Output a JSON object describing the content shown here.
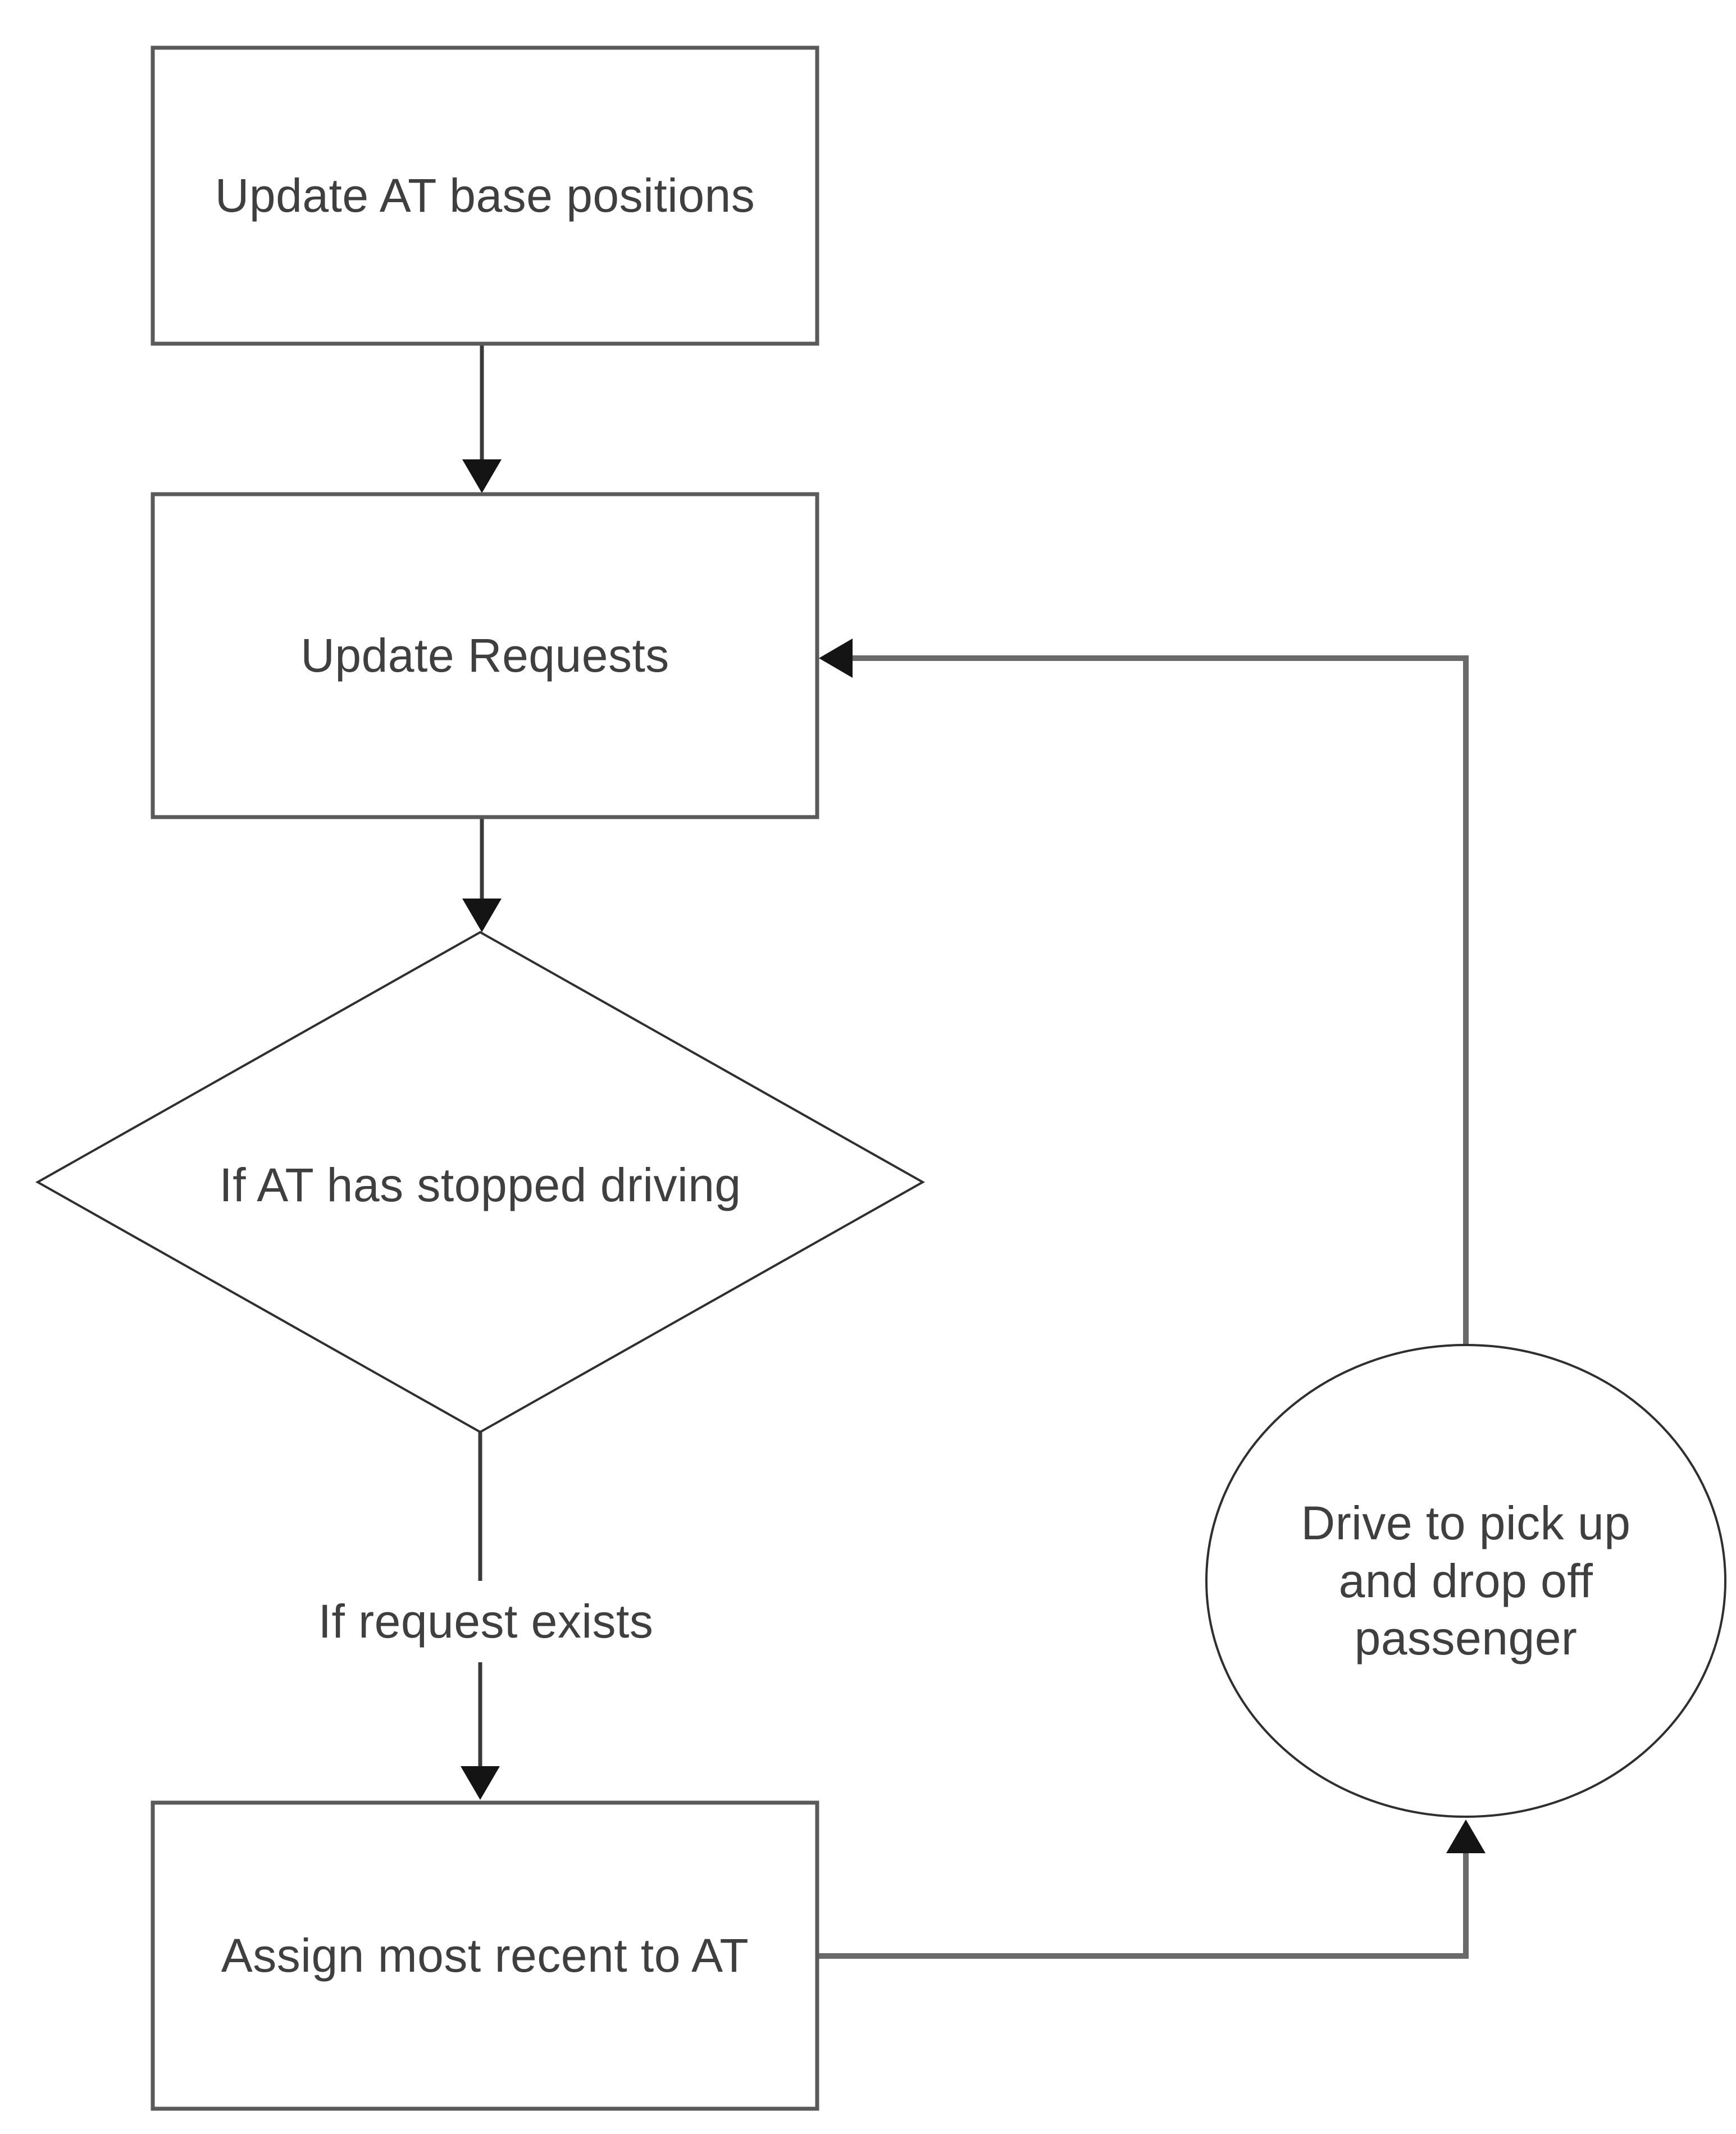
{
  "diagram": {
    "nodes": [
      {
        "id": "update-at-base",
        "shape": "rectangle",
        "label": "Update AT base positions"
      },
      {
        "id": "update-requests",
        "shape": "rectangle",
        "label": "Update Requests"
      },
      {
        "id": "at-stopped-driving",
        "shape": "diamond",
        "label": "If AT has stopped driving"
      },
      {
        "id": "assign-most-recent",
        "shape": "rectangle",
        "label": "Assign most recent to AT"
      },
      {
        "id": "drive-pickup-dropoff",
        "shape": "circle",
        "label": "Drive to pick up\nand drop off\npassenger"
      }
    ],
    "edges": [
      {
        "from": "update-at-base",
        "to": "update-requests",
        "label": ""
      },
      {
        "from": "update-requests",
        "to": "at-stopped-driving",
        "label": ""
      },
      {
        "from": "at-stopped-driving",
        "to": "assign-most-recent",
        "label": "If request exists"
      },
      {
        "from": "assign-most-recent",
        "to": "drive-pickup-dropoff",
        "label": ""
      },
      {
        "from": "drive-pickup-dropoff",
        "to": "update-requests",
        "label": ""
      }
    ],
    "colors": {
      "bg": "#ffffff",
      "box-border": "#5a5a5a",
      "shape-stroke": "#2f2f2f",
      "connector": "#6a6a6a",
      "straight": "#3a3a3a",
      "arrow": "#141414",
      "text": "#3f3f3f"
    }
  }
}
